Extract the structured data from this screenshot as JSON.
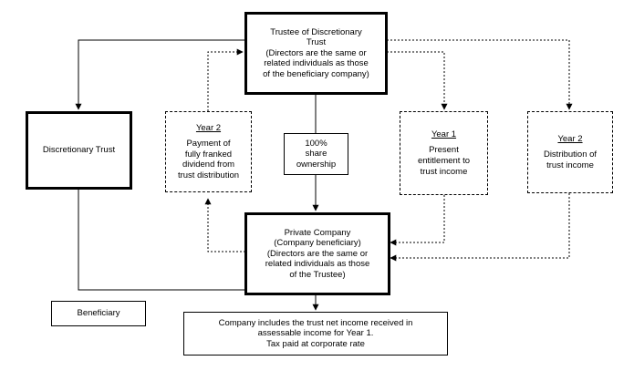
{
  "diagram": {
    "trustee": {
      "title_lines": [
        "Trustee of Discretionary",
        "Trust"
      ],
      "detail_lines": [
        "(Directors are the same or",
        "related individuals as those",
        "of the beneficiary company)"
      ]
    },
    "discretionary_trust": {
      "label": "Discretionary Trust"
    },
    "year2_payment": {
      "year": "Year 2",
      "text": "Payment of\nfully franked\ndividend from\ntrust distribution"
    },
    "share_ownership": {
      "text": "100%\nshare\nownership"
    },
    "year1_entitlement": {
      "year": "Year 1",
      "text": "Present\nentitlement to\ntrust income"
    },
    "year2_distribution": {
      "year": "Year 2",
      "text": "Distribution of\ntrust income"
    },
    "private_company": {
      "lines": [
        "Private Company",
        "(Company beneficiary)",
        "(Directors are the same or",
        "related individuals as those",
        "of the Trustee)"
      ]
    },
    "beneficiary": {
      "label": "Beneficiary"
    },
    "company_income": {
      "lines": [
        "Company includes the trust net income received in",
        "assessable income for Year 1.",
        "Tax paid at corporate rate"
      ]
    }
  }
}
